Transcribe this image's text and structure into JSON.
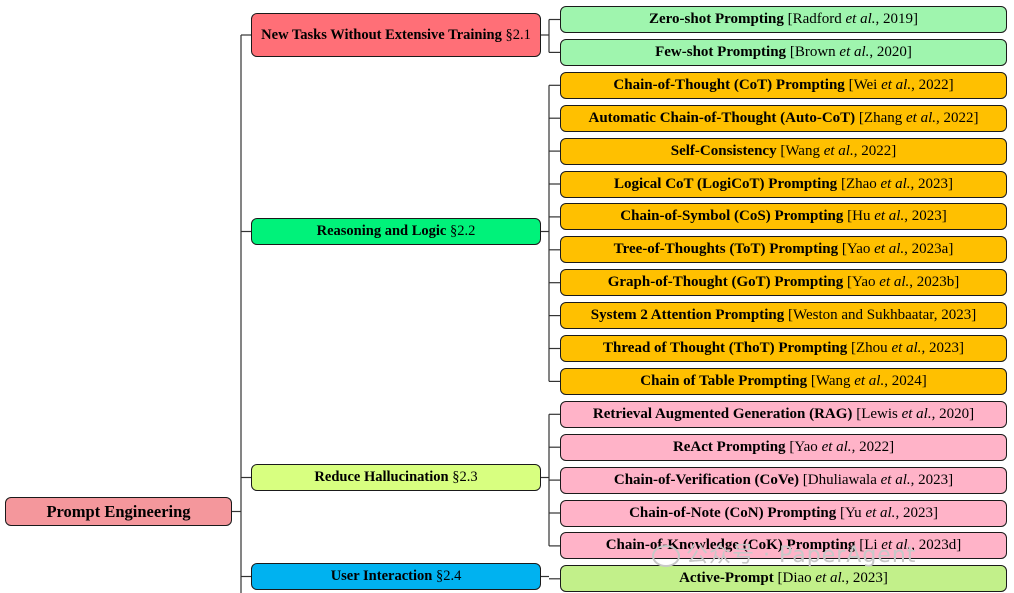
{
  "root": {
    "label": "Prompt Engineering",
    "color": "#f4979c"
  },
  "categories": [
    {
      "title": "New Tasks Without Extensive Training",
      "section": "§2.1",
      "color": "#ff6f77",
      "leafColor": "#9ff5ae",
      "leaves": [
        {
          "name": "Zero-shot Prompting",
          "authors": "Radford",
          "etal": true,
          "year": "2019"
        },
        {
          "name": "Few-shot Prompting",
          "authors": "Brown",
          "etal": true,
          "year": "2020"
        }
      ]
    },
    {
      "title": "Reasoning and Logic",
      "section": "§2.2",
      "color": "#00f27a",
      "leafColor": "#ffc000",
      "leaves": [
        {
          "name": "Chain-of-Thought (CoT) Prompting",
          "authors": "Wei",
          "etal": true,
          "year": "2022"
        },
        {
          "name": "Automatic Chain-of-Thought (Auto-CoT)",
          "authors": "Zhang",
          "etal": true,
          "year": "2022"
        },
        {
          "name": "Self-Consistency",
          "authors": "Wang",
          "etal": true,
          "year": "2022"
        },
        {
          "name": "Logical CoT (LogiCoT) Prompting",
          "authors": "Zhao",
          "etal": true,
          "year": "2023"
        },
        {
          "name": "Chain-of-Symbol (CoS) Prompting",
          "authors": "Hu",
          "etal": true,
          "year": "2023"
        },
        {
          "name": "Tree-of-Thoughts (ToT) Prompting",
          "authors": "Yao",
          "etal": true,
          "year": "2023a"
        },
        {
          "name": "Graph-of-Thought (GoT) Prompting",
          "authors": "Yao",
          "etal": true,
          "year": "2023b"
        },
        {
          "name": "System 2 Attention Prompting",
          "authors": "Weston and Sukhbaatar",
          "etal": false,
          "year": "2023"
        },
        {
          "name": "Thread of Thought (ThoT) Prompting",
          "authors": "Zhou",
          "etal": true,
          "year": "2023"
        },
        {
          "name": "Chain of Table Prompting",
          "authors": "Wang",
          "etal": true,
          "year": "2024"
        }
      ]
    },
    {
      "title": "Reduce Hallucination",
      "section": "§2.3",
      "color": "#d8ff80",
      "leafColor": "#ffb3c8",
      "leaves": [
        {
          "name": "Retrieval Augmented Generation (RAG)",
          "authors": "Lewis",
          "etal": true,
          "year": "2020"
        },
        {
          "name": "ReAct Prompting",
          "authors": "Yao",
          "etal": true,
          "year": "2022"
        },
        {
          "name": "Chain-of-Verification (CoVe)",
          "authors": "Dhuliawala",
          "etal": true,
          "year": "2023"
        },
        {
          "name": "Chain-of-Note (CoN) Prompting",
          "authors": "Yu",
          "etal": true,
          "year": "2023"
        },
        {
          "name": "Chain-of-Knowledge (CoK) Prompting",
          "authors": "Li",
          "etal": true,
          "year": "2023d"
        }
      ]
    },
    {
      "title": "User Interaction",
      "section": "§2.4",
      "color": "#00b2f0",
      "leafColor": "#c2f08a",
      "leaves": [
        {
          "name": "Active-Prompt",
          "authors": "Diao",
          "etal": true,
          "year": "2023"
        }
      ]
    }
  ],
  "etal_text": "et al.",
  "watermark": "公众号 · PaperAgent"
}
